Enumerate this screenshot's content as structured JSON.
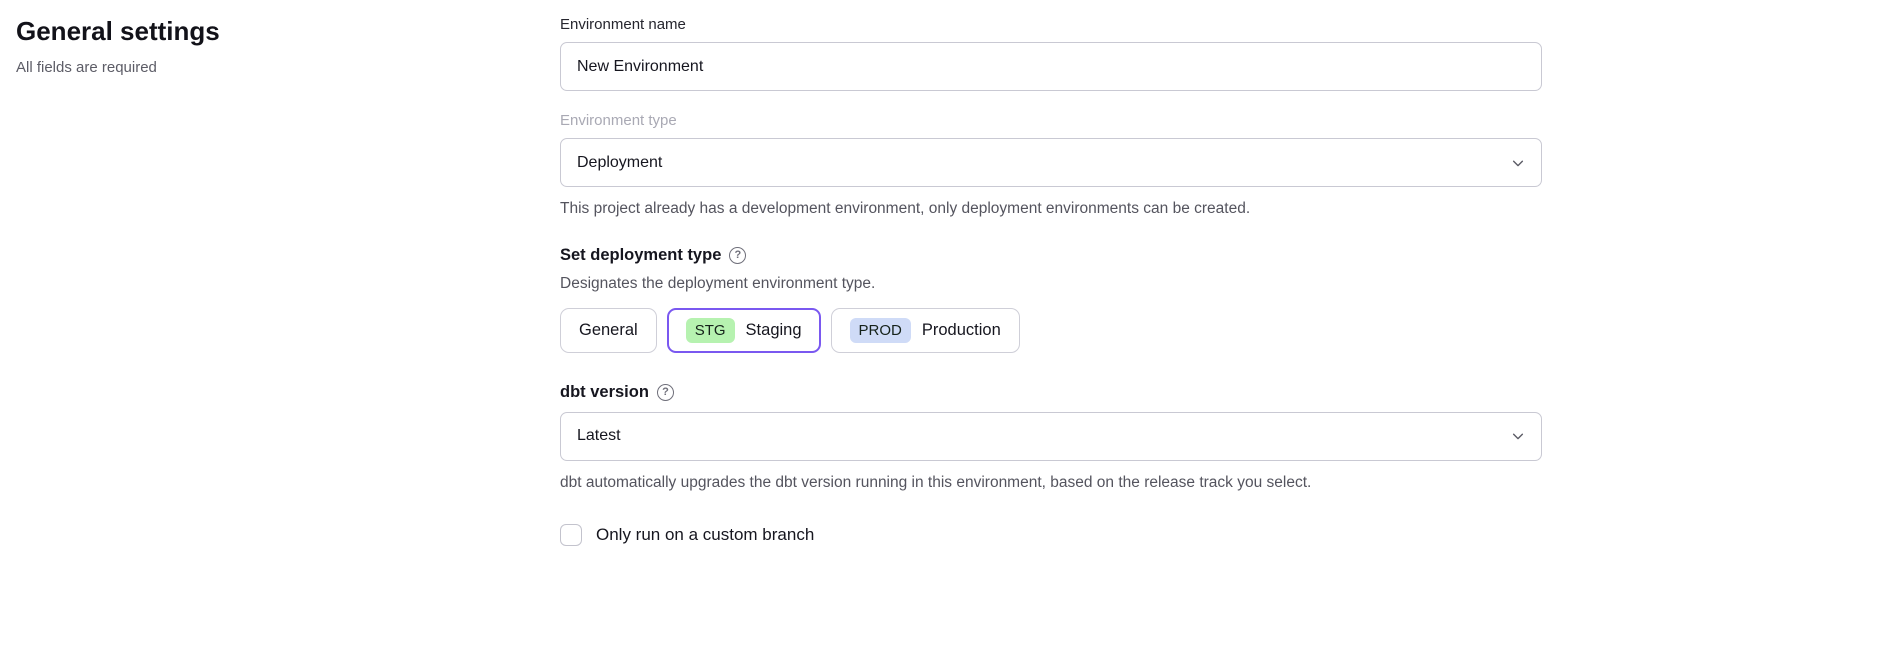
{
  "page": {
    "title": "General settings",
    "subtitle": "All fields are required"
  },
  "form": {
    "environment_name": {
      "label": "Environment name",
      "value": "New Environment"
    },
    "environment_type": {
      "label": "Environment type",
      "value": "Deployment",
      "helper": "This project already has a development environment, only deployment environments can be created."
    },
    "deployment_type": {
      "label": "Set deployment type",
      "helper": "Designates the deployment environment type.",
      "options": [
        {
          "badge": "",
          "label": "General",
          "selected": false
        },
        {
          "badge": "STG",
          "label": "Staging",
          "selected": true
        },
        {
          "badge": "PROD",
          "label": "Production",
          "selected": false
        }
      ]
    },
    "dbt_version": {
      "label": "dbt version",
      "value": "Latest",
      "helper": "dbt automatically upgrades the dbt version running in this environment, based on the release track you select."
    },
    "custom_branch": {
      "label": "Only run on a custom branch",
      "checked": false
    }
  },
  "icons": {
    "help": "?"
  },
  "colors": {
    "accent": "#7a58f0",
    "badge_staging_bg": "#b6f2b0",
    "badge_production_bg": "#cfdbf7"
  }
}
